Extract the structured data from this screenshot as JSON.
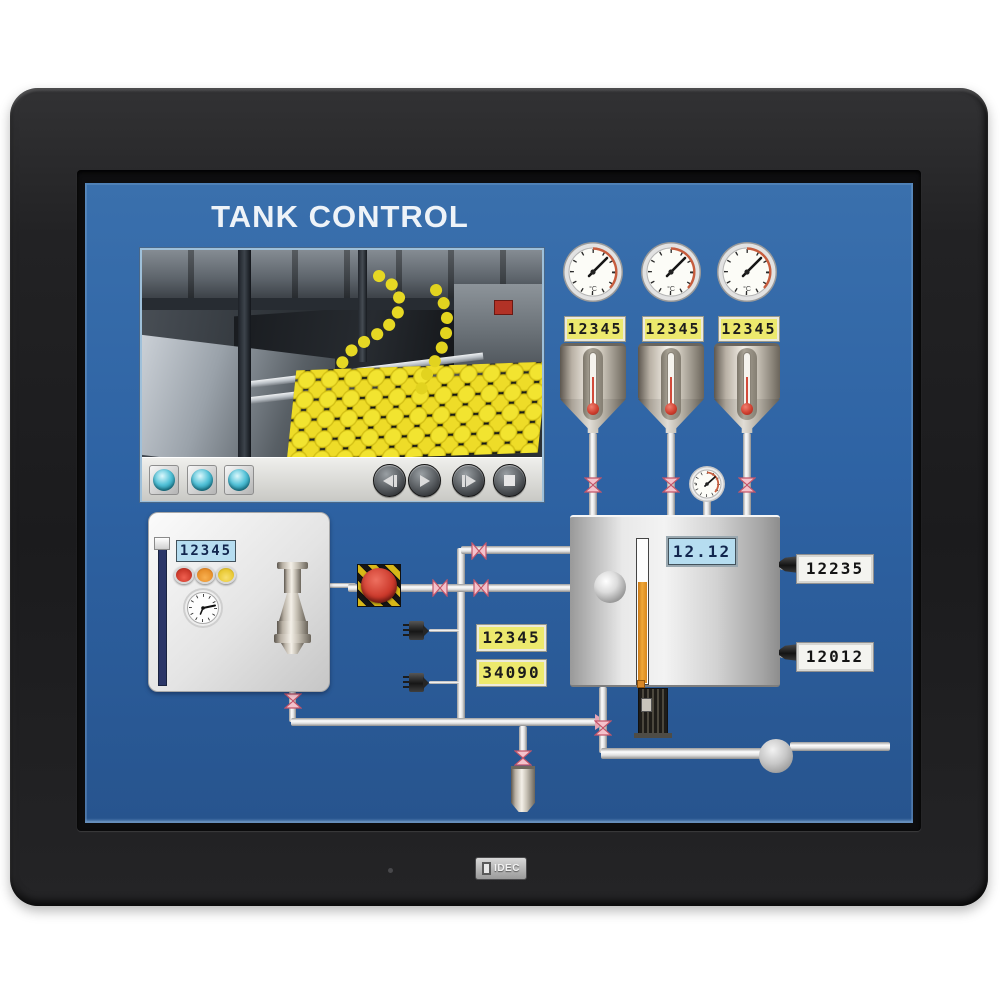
{
  "title": "TANK CONTROL",
  "brand": "IDEC",
  "colors": {
    "screen_blue": "#2E63A4",
    "lcd_yellow_bg": "#ECE96D",
    "lcd_blue_bg": "#B6DDF0",
    "lcd_white_bg": "#F4F4F0",
    "alarm_red": "#CC3A2C",
    "alarm_orange": "#E8912C",
    "alarm_yellow": "#E9C934",
    "tank_level_orange": "#E0912E",
    "valve_pink": "#F4C2CC"
  },
  "camera_panel": {
    "scene": "bottling line with yellow caps",
    "pilot_lights": [
      {
        "name": "pilot-light-1",
        "color": "teal"
      },
      {
        "name": "pilot-light-2",
        "color": "teal"
      },
      {
        "name": "pilot-light-3",
        "color": "teal"
      }
    ],
    "media_buttons": [
      {
        "name": "step-back",
        "icon": "◀|"
      },
      {
        "name": "play",
        "icon": "▶"
      },
      {
        "name": "step-forward",
        "icon": "|▶"
      },
      {
        "name": "stop",
        "icon": "■"
      }
    ]
  },
  "temperature_gauges": [
    {
      "unit": "°C",
      "display": "12345"
    },
    {
      "unit": "°C",
      "display": "12345"
    },
    {
      "unit": "°C",
      "display": "12345"
    }
  ],
  "tank": {
    "level_display": "12.12",
    "output_displays": [
      {
        "value": "12235"
      },
      {
        "value": "12012"
      }
    ]
  },
  "flow_displays": [
    {
      "value": "12345"
    },
    {
      "value": "34090"
    }
  ],
  "control_panel": {
    "display": "12345",
    "indicators": [
      "red",
      "orange",
      "yellow"
    ]
  }
}
